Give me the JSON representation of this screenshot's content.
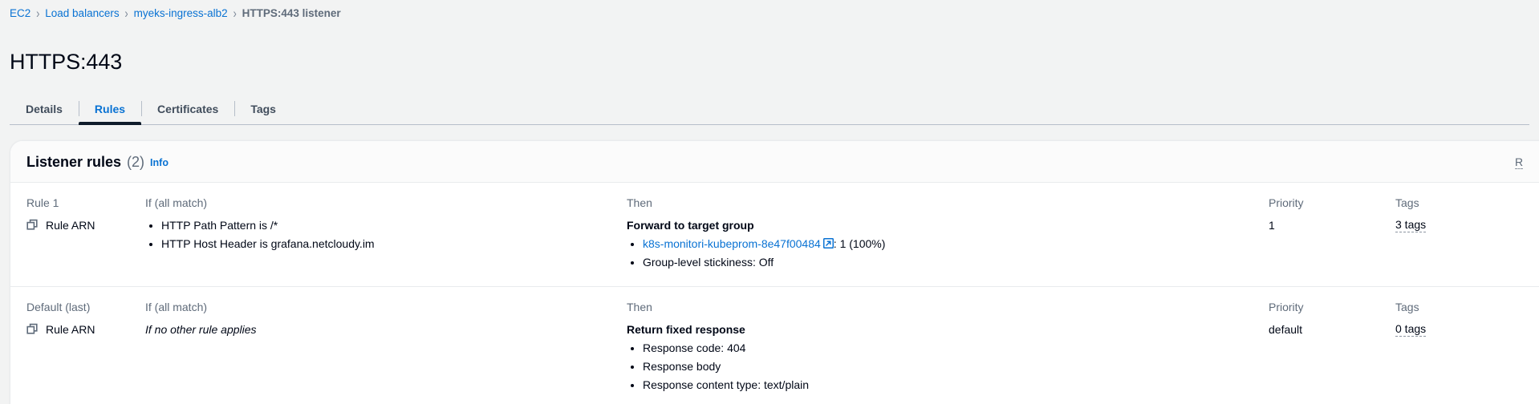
{
  "breadcrumb": {
    "items": [
      {
        "label": "EC2",
        "current": false
      },
      {
        "label": "Load balancers",
        "current": false
      },
      {
        "label": "myeks-ingress-alb2",
        "current": false
      },
      {
        "label": "HTTPS:443 listener",
        "current": true
      }
    ],
    "separator": "›"
  },
  "page": {
    "title": "HTTPS:443"
  },
  "tabs": [
    {
      "label": "Details",
      "active": false
    },
    {
      "label": "Rules",
      "active": true
    },
    {
      "label": "Certificates",
      "active": false
    },
    {
      "label": "Tags",
      "active": false
    }
  ],
  "card": {
    "title": "Listener rules",
    "count": "(2)",
    "info_label": "Info",
    "header_right_label": "R"
  },
  "columns": {
    "if_label": "If (all match)",
    "then_label": "Then",
    "priority_label": "Priority",
    "tags_label": "Tags"
  },
  "rules": [
    {
      "name": "Rule 1",
      "arn_label": "Rule ARN",
      "conditions": [
        "HTTP Path Pattern is /*",
        "HTTP Host Header is grafana.netcloudy.im"
      ],
      "action_title": "Forward to target group",
      "target_group_link": "k8s-monitori-kubeprom-8e47f00484",
      "target_group_weight": ": 1 (100%)",
      "actions": [
        "Group-level stickiness: Off"
      ],
      "priority": "1",
      "tags": "3 tags"
    },
    {
      "name": "Default (last)",
      "arn_label": "Rule ARN",
      "condition_note": "If no other rule applies",
      "action_title": "Return fixed response",
      "actions": [
        "Response code: 404",
        "Response body",
        "Response content type: text/plain"
      ],
      "priority": "default",
      "tags": "0 tags"
    }
  ],
  "colors": {
    "link": "#0972d3",
    "text": "#000716",
    "muted": "#5f6b7a",
    "page_bg": "#f2f3f3",
    "card_bg": "#ffffff",
    "active_tab_underline": "#0f1b2a"
  }
}
